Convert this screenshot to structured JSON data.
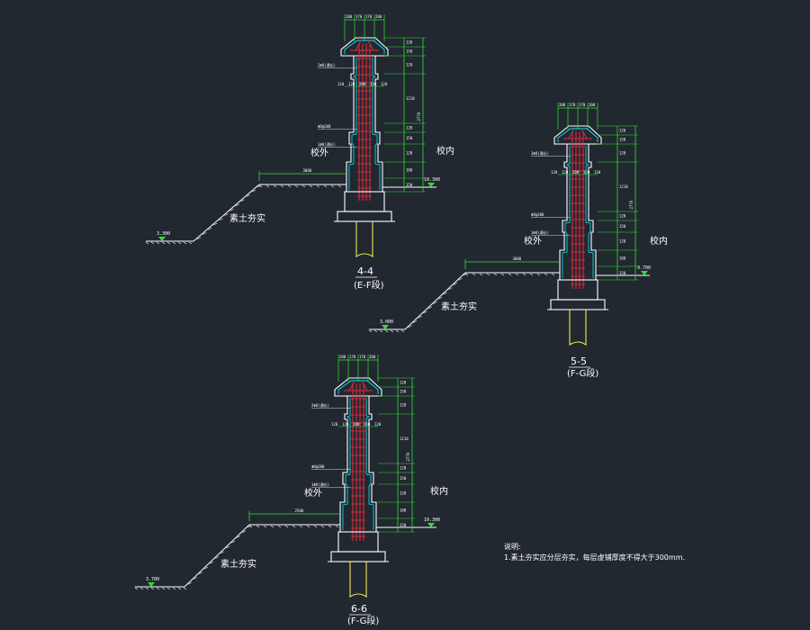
{
  "sections": [
    {
      "id": "4-4",
      "title": "4-4",
      "subtitle": "(E-F段)",
      "outside_label": "校外",
      "inside_label": "校内",
      "fill_label": "素土夯实",
      "top_dims": [
        "200",
        "170",
        "170",
        "200"
      ],
      "right_dims": [
        "120",
        "150",
        "120",
        "1210",
        "120",
        "150",
        "120",
        "100",
        "150"
      ],
      "total_dim": "2770",
      "ground_dim": "3000",
      "left_elev": "3.300",
      "right_elev": "10.300",
      "rebar_notes": [
        "2Φ8(通长)",
        "Φ8@200",
        "1Φ8(通长)"
      ],
      "mid_dims": [
        "120",
        "120",
        "200",
        "150",
        "120"
      ]
    },
    {
      "id": "5-5",
      "title": "5-5",
      "subtitle": "(F-G段)",
      "outside_label": "校外",
      "inside_label": "校内",
      "fill_label": "素土夯实",
      "top_dims": [
        "200",
        "170",
        "170",
        "200"
      ],
      "right_dims": [
        "120",
        "150",
        "120",
        "1210",
        "120",
        "150",
        "120",
        "100",
        "150"
      ],
      "total_dim": "2770",
      "ground_dim": "3000",
      "left_elev": "3.000",
      "right_elev": "9.700",
      "rebar_notes": [
        "3Φ8(通长)",
        "Φ8@200",
        "1Φ8(通长)"
      ],
      "mid_dims": [
        "120",
        "120",
        "200",
        "150",
        "120"
      ]
    },
    {
      "id": "6-6",
      "title": "6-6",
      "subtitle": "(F-G段)",
      "outside_label": "校外",
      "inside_label": "校内",
      "fill_label": "素土夯实",
      "top_dims": [
        "200",
        "170",
        "170",
        "200"
      ],
      "right_dims": [
        "120",
        "150",
        "120",
        "1210",
        "120",
        "150",
        "120",
        "100",
        "150"
      ],
      "total_dim": "2770",
      "ground_dim": "2500",
      "left_elev": "3.700",
      "right_elev": "10.300",
      "rebar_notes": [
        "2Φ8(通长)",
        "Φ8@200",
        "1Φ8(通长)"
      ],
      "mid_dims": [
        "120",
        "120",
        "200",
        "150",
        "120"
      ]
    }
  ],
  "notes": {
    "heading": "说明:",
    "line1": "1.素土夯实应分层夯实，每层虚铺厚度不得大于300mm."
  },
  "colors": {
    "background": "#212830",
    "outline": "#ffffff",
    "cyan": "#00e5ff",
    "rebar": "#e0283a",
    "dim_green": "#33dd33",
    "pile_yellow": "#f2e94e",
    "magenta": "#e040e0"
  }
}
